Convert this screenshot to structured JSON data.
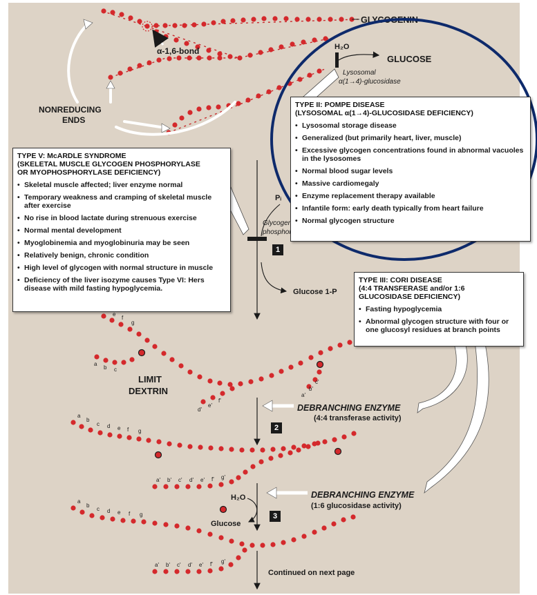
{
  "labels": {
    "glycogenin": "GLYCOGENIN",
    "alpha_bond": "α-1,6-bond",
    "nonreducing_1": "NONREDUCING",
    "nonreducing_2": "ENDS",
    "h2o_top": "H₂O",
    "glucose_top": "GLUCOSE",
    "lysosomal": "Lysosomal",
    "glucosidase": "α(1→4)-glucosidase",
    "pi": "Pᵢ",
    "glycogen": "Glycogen",
    "phosphorylase": "phosphorylase",
    "glucose1p": "Glucose 1-P",
    "limit": "LIMIT",
    "dextrin": "DEXTRIN",
    "deb1_title": "DEBRANCHING ENZYME",
    "deb1_sub": "(4:4 transferase activity)",
    "deb2_title": "DEBRANCHING ENZYME",
    "deb2_sub": "(1:6 glucosidase activity)",
    "h2o_bottom": "H₂O",
    "glucose_bottom": "Glucose",
    "continued": "Continued on next page",
    "step1": "1",
    "step2": "2",
    "step3": "3",
    "res_a": "a",
    "res_b": "b",
    "res_c": "c",
    "res_d": "d",
    "res_e": "e",
    "res_f": "f",
    "res_g": "g",
    "res_ap": "a'",
    "res_bp": "b'",
    "res_cp": "c'",
    "res_dp": "d'",
    "res_ep": "e'",
    "res_fp": "f'",
    "res_gp": "g'"
  },
  "pompe": {
    "title_1": "TYPE II: POMPE DISEASE",
    "title_2": "(LYSOSOMAL α(1→4)-GLUCOSIDASE DEFICIENCY)",
    "items": [
      "Lysosomal storage disease",
      "Generalized (but primarily heart, liver, muscle)",
      "Excessive glycogen concentrations found in abnormal vacuoles in the lysosomes",
      "Normal blood sugar levels",
      "Massive cardiomegaly",
      "Enzyme replacement therapy available",
      "Infantile form: early death typically from heart failure",
      "Normal glycogen structure"
    ]
  },
  "mcardle": {
    "title_1": "TYPE V: McARDLE SYNDROME",
    "title_2": "(SKELETAL MUSCLE GLYCOGEN PHOSPHORYLASE",
    "title_3": "OR MYOPHOSPHORYLASE DEFICIENCY)",
    "items": [
      "Skeletal muscle affected; liver enzyme normal",
      "Temporary weakness and cramping of skeletal muscle after exercise",
      "No rise in blood lactate during strenuous exercise",
      "Normal mental development",
      "Myoglobinemia and myoglobinuria may be seen",
      "Relatively benign, chronic condition",
      "High level of glycogen with normal structure in muscle",
      "Deficiency of the liver isozyme causes Type VI: Hers disease with mild fasting hypoglycemia."
    ]
  },
  "cori": {
    "title_1": "TYPE III: CORI DISEASE",
    "title_2": "(4:4 TRANSFERASE and/or 1:6",
    "title_3": "GLUCOSIDASE DEFICIENCY)",
    "items": [
      "Fasting hypoglycemia",
      "Abnormal glycogen structure with four or one glucosyl residues at branch points"
    ]
  },
  "colors": {
    "panel": "#ddd3c6",
    "residue": "#d4292c",
    "highlight_ring": "#0e2a6b"
  }
}
